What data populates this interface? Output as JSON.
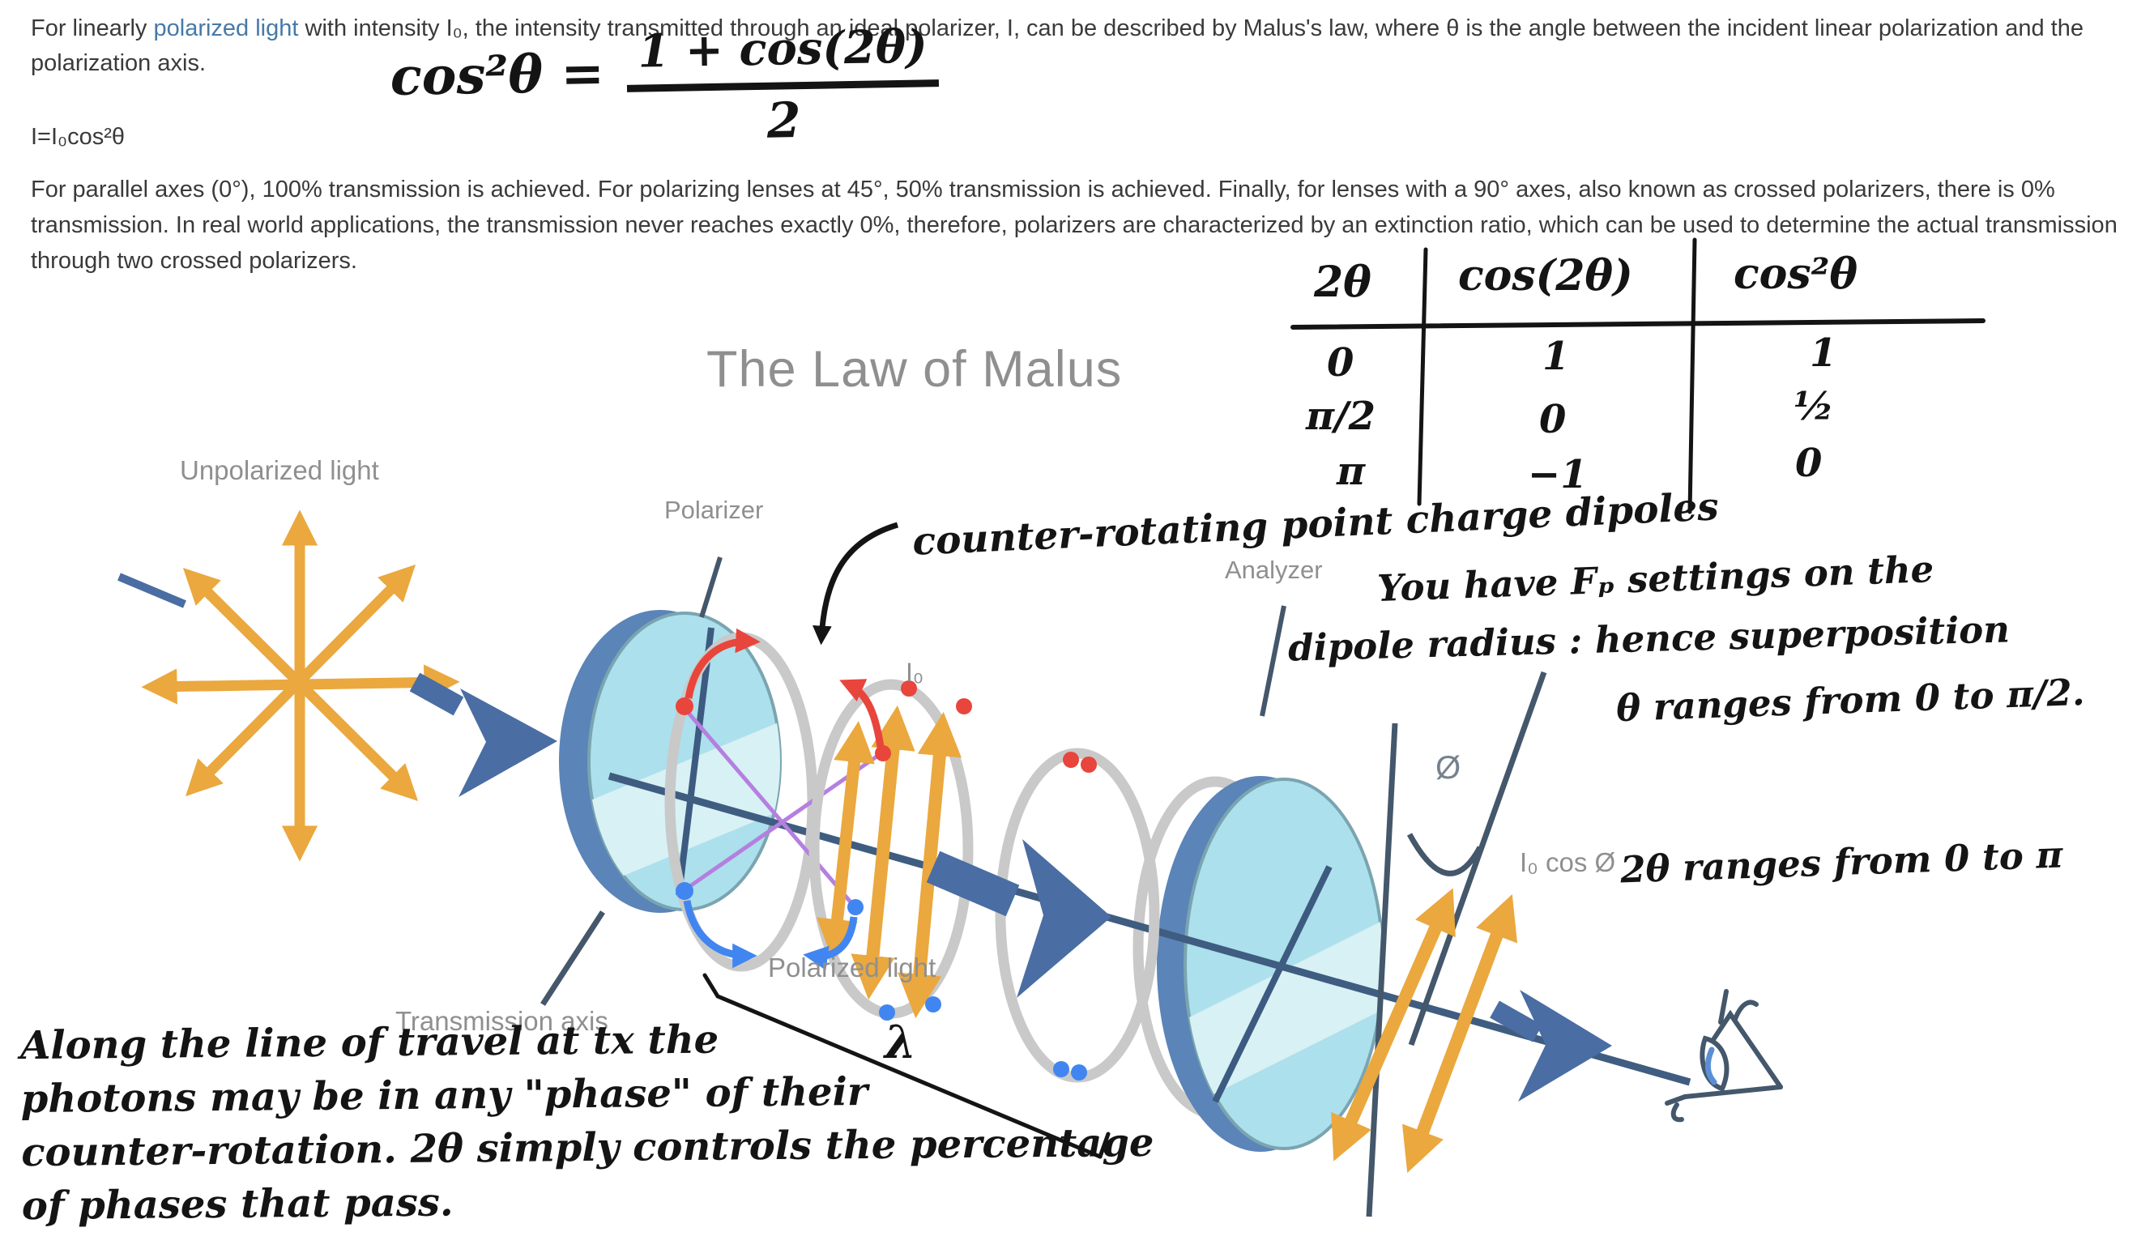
{
  "intro": {
    "pre_link": "For linearly ",
    "link": "polarized light",
    "post_link": " with intensity I₀, the intensity transmitted through an ideal polarizer, I, can be described by Malus's law, where θ is the angle between the incident linear polarization and the polarization axis.",
    "equation": "I=I₀cos²θ"
  },
  "formula_hand": {
    "lhs": "cos²θ =",
    "numerator": "1 + cos(2θ)",
    "denominator": "2"
  },
  "paragraph2": "For parallel axes (0°), 100% transmission is achieved. For polarizing lenses at 45°, 50% transmission is achieved. Finally, for lenses with a 90° axes, also known as crossed polarizers, there is 0% transmission. In real world applications, the transmission never reaches exactly 0%, therefore, polarizers are characterized by an extinction ratio, which can be used to determine the actual transmission through two crossed polarizers.",
  "table_hand": {
    "headers": [
      "2θ",
      "cos(2θ)",
      "cos²θ"
    ],
    "rows": [
      [
        "0",
        "1",
        "1"
      ],
      [
        "π/2",
        "0",
        "½"
      ],
      [
        "π",
        "−1",
        "0"
      ]
    ]
  },
  "diagram": {
    "title": "The Law of Malus",
    "labels": {
      "unpolarized": "Unpolarized light",
      "polarizer": "Polarizer",
      "analyzer": "Analyzer",
      "polarized": "Polarized light",
      "transmission_axis": "Transmission axis",
      "i0": "I₀",
      "phi": "Ø",
      "i0cos": "I₀ cos Ø",
      "lambda": "λ"
    }
  },
  "annotations": {
    "dipoles": "counter-rotating point charge dipoles",
    "right": [
      "You have Fₚ settings on the",
      "dipole radius : hence superposition",
      "θ ranges from 0 to π/2.",
      "2θ ranges from 0 to π"
    ],
    "bottom": [
      "Along the line of travel at tx the",
      "photons may be in any \"phase\" of their",
      "counter-rotation. 2θ simply controls the percentage",
      "of phases that pass."
    ]
  },
  "colors": {
    "link": "#4679a8",
    "text": "#3a3a3a",
    "label_gray": "#8f8f8f",
    "yellow": "#eaa83e",
    "arrow_blue": "#4a6da3",
    "slate": "#44576b",
    "ring_gray": "#c9c9c9",
    "dot_red": "#e8453c",
    "dot_blue": "#4186f0",
    "purple": "#b57fe0",
    "lens_face": "#ace0ec",
    "lens_rim": "#5b84b8",
    "ink": "#141414"
  }
}
